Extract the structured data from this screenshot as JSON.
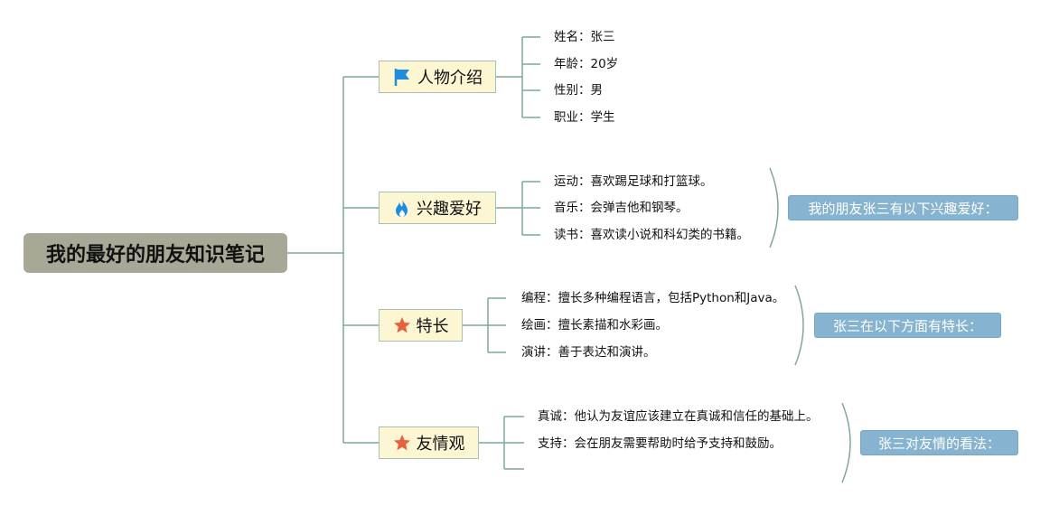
{
  "root": {
    "title": "我的最好的朋友知识笔记"
  },
  "branches": [
    {
      "title": "人物介绍",
      "icon": "flag-icon",
      "icon_color": "#1d8de0",
      "leaves": [
        "姓名：张三",
        "年龄：20岁",
        "性别：男",
        "职业：学生"
      ]
    },
    {
      "title": "兴趣爱好",
      "icon": "fire-icon",
      "icon_color": "#1d8de0",
      "leaves": [
        "运动：喜欢踢足球和打篮球。",
        "音乐：会弹吉他和钢琴。",
        "读书：喜欢读小说和科幻类的书籍。"
      ],
      "summary": "我的朋友张三有以下兴趣爱好："
    },
    {
      "title": "特长",
      "icon": "star-icon",
      "icon_color": "#e8603c",
      "leaves": [
        "编程：擅长多种编程语言，包括Python和Java。",
        "绘画：擅长素描和水彩画。",
        "演讲：善于表达和演讲。"
      ],
      "summary": "张三在以下方面有特长："
    },
    {
      "title": "友情观",
      "icon": "star-icon",
      "icon_color": "#e8603c",
      "leaves": [
        "真诚：他认为友谊应该建立在真诚和信任的基础上。",
        "支持：会在朋友需要帮助时给予支持和鼓励。",
        ""
      ],
      "summary": "张三对友情的看法："
    }
  ],
  "colors": {
    "connector": "#7fa898",
    "root_bg": "#a9a796",
    "branch_bg": "#fdf6d3",
    "summary_bg": "#86b3cf"
  }
}
